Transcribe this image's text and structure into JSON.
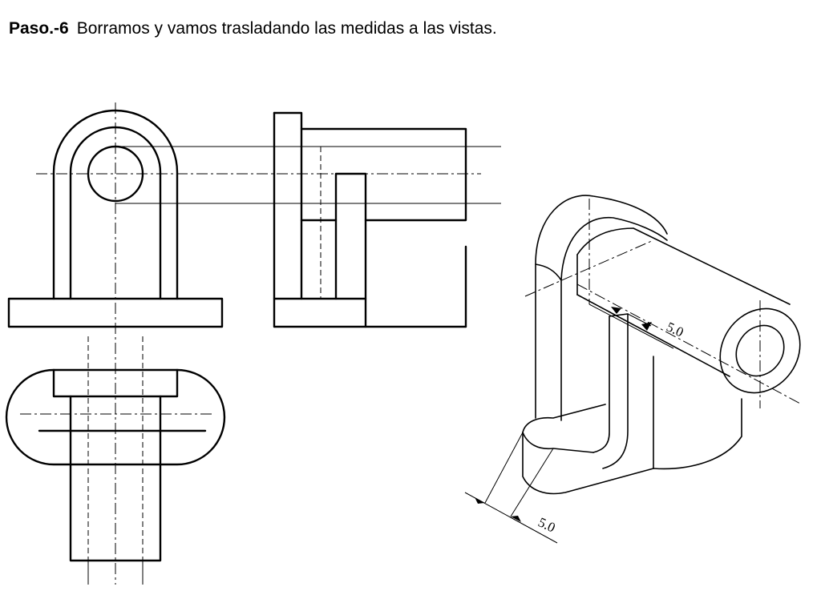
{
  "title": {
    "step": "Paso.-6",
    "text": "Borramos y vamos trasladando las medidas a las vistas."
  },
  "dimensions": {
    "upper": "5.0",
    "lower": "5.0"
  },
  "colors": {
    "line": "#000000",
    "background": "#ffffff"
  }
}
